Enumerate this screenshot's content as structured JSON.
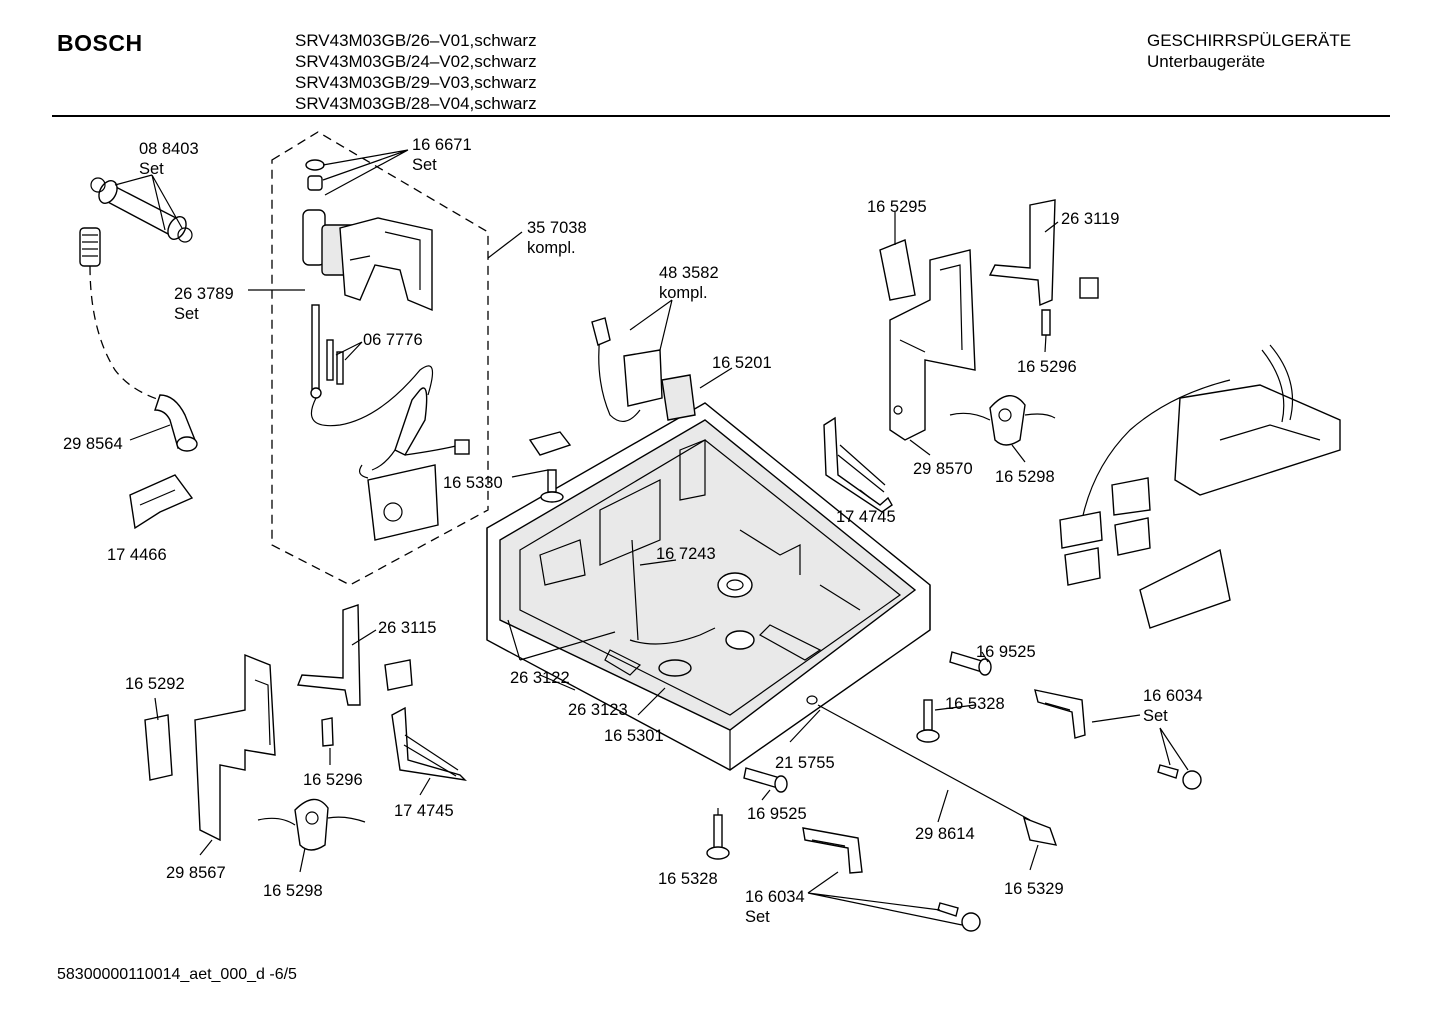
{
  "header": {
    "brand": "BOSCH",
    "models": [
      "SRV43M03GB/26–V01,schwarz",
      "SRV43M03GB/24–V02,schwarz",
      "SRV43M03GB/29–V03,schwarz",
      "SRV43M03GB/28–V04,schwarz"
    ],
    "category_line1": "GESCHIRRSPÜLGERÄTE",
    "category_line2": "Unterbaugeräte"
  },
  "footer": {
    "drawing_id": "58300000110014_aet_000_d",
    "page": "-6/5"
  },
  "callouts": [
    {
      "id": "c-088403",
      "lines": [
        "08 8403",
        "Set"
      ]
    },
    {
      "id": "c-166671",
      "lines": [
        "16 6671",
        "Set"
      ]
    },
    {
      "id": "c-357038",
      "lines": [
        "35 7038",
        "kompl."
      ]
    },
    {
      "id": "c-263789",
      "lines": [
        "26 3789",
        "Set"
      ]
    },
    {
      "id": "c-067776",
      "lines": [
        "06 7776"
      ]
    },
    {
      "id": "c-298564",
      "lines": [
        "29 8564"
      ]
    },
    {
      "id": "c-174466",
      "lines": [
        "17 4466"
      ]
    },
    {
      "id": "c-483582",
      "lines": [
        "48 3582",
        "kompl."
      ]
    },
    {
      "id": "c-165201",
      "lines": [
        "16 5201"
      ]
    },
    {
      "id": "c-165330",
      "lines": [
        "16 5330"
      ]
    },
    {
      "id": "c-167243",
      "lines": [
        "16 7243"
      ]
    },
    {
      "id": "c-165295",
      "lines": [
        "16 5295"
      ]
    },
    {
      "id": "c-263119",
      "lines": [
        "26 3119"
      ]
    },
    {
      "id": "c-165296a",
      "lines": [
        "16 5296"
      ]
    },
    {
      "id": "c-298570",
      "lines": [
        "29 8570"
      ]
    },
    {
      "id": "c-165298a",
      "lines": [
        "16 5298"
      ]
    },
    {
      "id": "c-174745a",
      "lines": [
        "17 4745"
      ]
    },
    {
      "id": "c-263115",
      "lines": [
        "26 3115"
      ]
    },
    {
      "id": "c-165292",
      "lines": [
        "16 5292"
      ]
    },
    {
      "id": "c-165296b",
      "lines": [
        "16 5296"
      ]
    },
    {
      "id": "c-174745b",
      "lines": [
        "17 4745"
      ]
    },
    {
      "id": "c-298567",
      "lines": [
        "29 8567"
      ]
    },
    {
      "id": "c-165298b",
      "lines": [
        "16 5298"
      ]
    },
    {
      "id": "c-263122",
      "lines": [
        "26 3122"
      ]
    },
    {
      "id": "c-263123",
      "lines": [
        "26 3123"
      ]
    },
    {
      "id": "c-165301",
      "lines": [
        "16 5301"
      ]
    },
    {
      "id": "c-215755",
      "lines": [
        "21 5755"
      ]
    },
    {
      "id": "c-169525a",
      "lines": [
        "16 9525"
      ]
    },
    {
      "id": "c-165328a",
      "lines": [
        "16 5328"
      ]
    },
    {
      "id": "c-166034a",
      "lines": [
        "16 6034",
        "Set"
      ]
    },
    {
      "id": "c-169525b",
      "lines": [
        "16 9525"
      ]
    },
    {
      "id": "c-298614",
      "lines": [
        "29 8614"
      ]
    },
    {
      "id": "c-165328b",
      "lines": [
        "16 5328"
      ]
    },
    {
      "id": "c-165329",
      "lines": [
        "16 5329"
      ]
    },
    {
      "id": "c-166034b",
      "lines": [
        "16 6034",
        "Set"
      ]
    }
  ]
}
